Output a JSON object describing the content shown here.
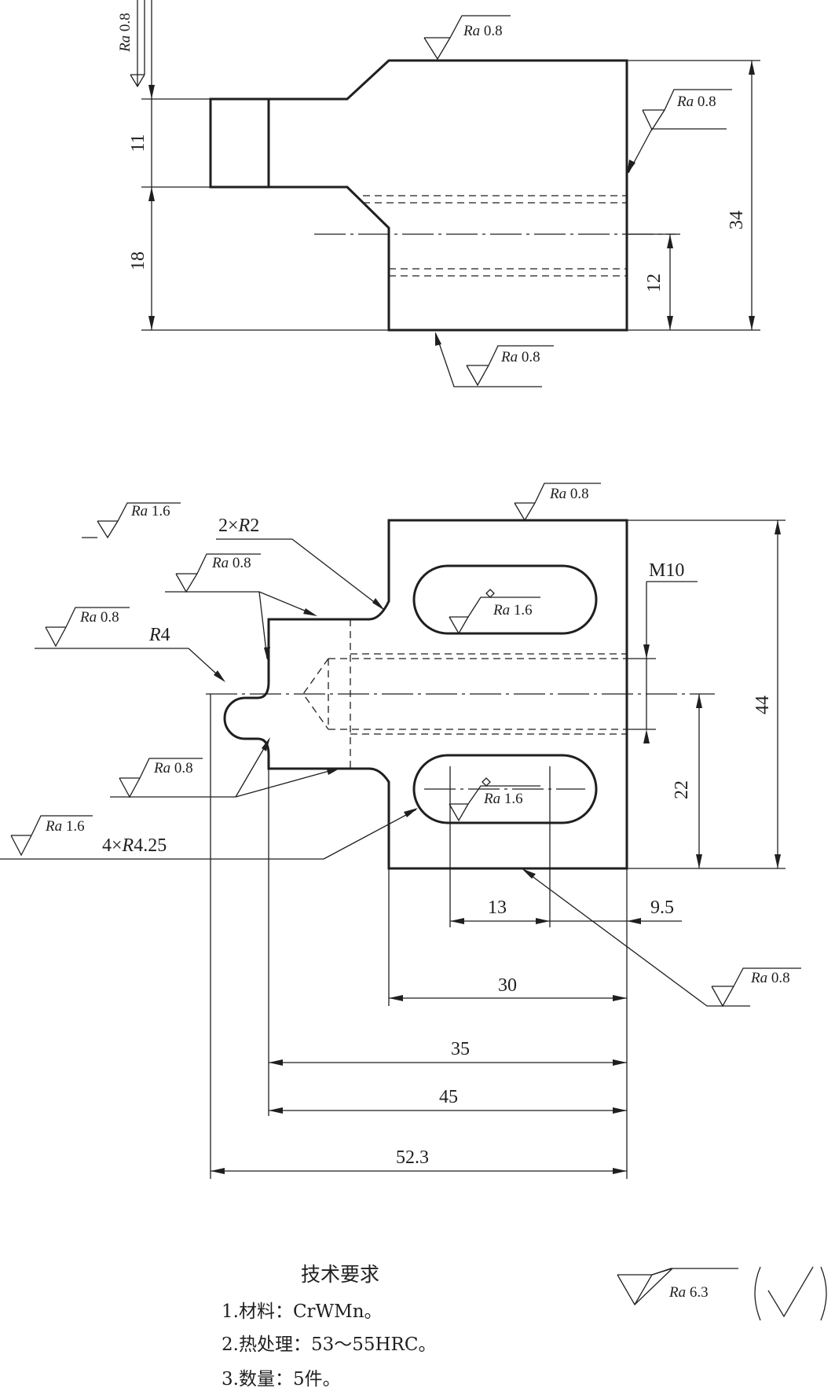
{
  "dimensions": {
    "d11": "11",
    "d18": "18",
    "d34": "34",
    "d12": "12",
    "d44": "44",
    "d22": "22",
    "d13": "13",
    "d9_5": "9.5",
    "d30": "30",
    "d35": "35",
    "d45": "45",
    "d52_3": "52.3",
    "m10": "M10"
  },
  "annotations": {
    "r4_prefix": "R",
    "r4_value": "4",
    "two_r2_prefix": "2×",
    "two_r2_r": "R",
    "two_r2_value": "2",
    "four_r_prefix": "4×",
    "four_r_r": "R",
    "four_r_value": "4.25"
  },
  "roughness": {
    "ra_label": "Ra",
    "v08": "0.8",
    "v16": "1.6",
    "v63": "6.3"
  },
  "tech": {
    "title": "技术要求",
    "item1": "1.材料：CrWMn。",
    "item2": "2.热处理：53～55HRC。",
    "item3": "3.数量：5件。"
  }
}
